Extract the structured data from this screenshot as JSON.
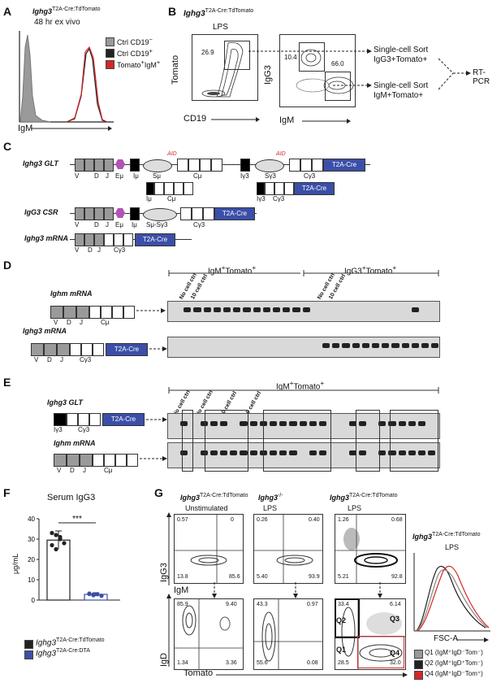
{
  "panels": {
    "A": {
      "letter": "A",
      "title_gene": "Ighg3",
      "title_sup": "T2A-Cre:TdTomato",
      "subtitle": "48 hr ex vivo",
      "xlabel": "IgM",
      "legend": [
        {
          "label": "Ctrl CD19",
          "sup": "−",
          "color": "#999999"
        },
        {
          "label": "Ctrl CD19",
          "sup": "+",
          "color": "#222222"
        },
        {
          "label": "Tomato",
          "sup": "+",
          "label2": "IgM",
          "sup2": "+",
          "color": "#d62728"
        }
      ]
    },
    "B": {
      "letter": "B",
      "title_gene": "Ighg3",
      "title_sup": "T2A-Cre:TdTomato",
      "lps": "LPS",
      "ylabel1": "Tomato",
      "xlabel1": "CD19",
      "gate1": "26.9",
      "ylabel2": "IgG3",
      "xlabel2": "IgM",
      "gate2a": "10.4",
      "gate2b": "66.0",
      "sort1": "Single-cell Sort",
      "sort1b": "IgG3+Tomato+",
      "sort2": "Single-cell Sort",
      "sort2b": "IgM+Tomato+",
      "rtpcr": "RT-PCR"
    },
    "C": {
      "letter": "C",
      "glt_label": "Ighg3 GLT",
      "csr_label": "IgG3 CSR",
      "mrna_label": "Ighg3 mRNA",
      "seg_V": "V",
      "seg_D": "D",
      "seg_J": "J",
      "seg_Emu": "Eμ",
      "seg_Imu": "Iμ",
      "seg_Smu": "Sμ",
      "seg_Cmu": "Cμ",
      "seg_Ig3": "Iγ3",
      "seg_Sg3": "Sγ3",
      "seg_Cg3": "Cγ3",
      "t2a": "T2A-Cre",
      "aid": "AID",
      "smu_sg3": "Sμ-Sγ3",
      "imu2": "Iμ",
      "cmu2": "Cμ",
      "ig3_2": "Iγ3",
      "cg3_2": "Cγ3"
    },
    "D": {
      "letter": "D",
      "group1": "IgM",
      "group1_sup1": "+",
      "group1_b": "Tomato",
      "group1_sup2": "+",
      "group2": "IgG3",
      "group2_sup1": "+",
      "group2_b": "Tomato",
      "group2_sup2": "+",
      "ctrl1": "No cell ctrl",
      "ctrl2": "10 cell ctrl",
      "ctrl3": "No cell ctrl",
      "ctrl4": "10 cell ctrl",
      "ighm_label": "Ighm mRNA",
      "ighg3_label": "Ighg3 mRNA"
    },
    "E": {
      "letter": "E",
      "group": "IgM",
      "group_sup1": "+",
      "group_b": "Tomato",
      "group_sup2": "+",
      "ctrl1": "No cell ctrl",
      "ctrl2": "No cell ctrl",
      "ctrl3": "10 cell ctrl",
      "ctrl4": "10 cell ctrl",
      "glt_label": "Ighg3 GLT",
      "ighm_label": "Ighm mRNA"
    },
    "F": {
      "letter": "F",
      "title": "Serum IgG3",
      "ylabel": "μg/mL",
      "sig": "***",
      "legend": [
        {
          "gene": "Ighg3",
          "sup": "T2A-Cre:TdTomato",
          "color": "#222222"
        },
        {
          "gene": "Ighg3",
          "sup": "T2A-Cre:DTA",
          "color": "#3b4fa8"
        }
      ]
    },
    "G": {
      "letter": "G",
      "col1_gene": "Ighg3",
      "col1_sup": "T2A-Cre:TdTomato",
      "col1_sub": "Unstimulated",
      "col2_gene": "Ighg3",
      "col2_sup": "-/-",
      "col2_sub": "LPS",
      "col3_gene": "Ighg3",
      "col3_sup": "T2A-Cre:TdTomato",
      "col3_sub": "LPS",
      "hist_gene": "Ighg3",
      "hist_sup": "T2A-Cre:TdTomato",
      "hist_sub": "LPS",
      "hist_xlabel": "FSC-A",
      "ylabel_top": "IgG3",
      "xlabel_top": "IgM",
      "ylabel_bot": "IgD",
      "xlabel_bot": "Tomato",
      "q_labels": {
        "q1": "Q1",
        "q2": "Q2",
        "q3": "Q3",
        "q4": "Q4"
      },
      "legend": [
        {
          "label": "Q1 (IgM⁺IgD⁻Tom⁻)",
          "color": "#9a9a9a"
        },
        {
          "label": "Q2 (IgM⁺IgD⁺Tom⁻)",
          "color": "#222222"
        },
        {
          "label": "Q4 (IgM⁺IgD⁻Tom⁺)",
          "color": "#d62728"
        }
      ]
    }
  },
  "chart_data": [
    {
      "type": "bar",
      "panel": "F",
      "title": "Serum IgG3",
      "ylabel": "μg/mL",
      "ylim": [
        0,
        40
      ],
      "yticks": [
        0,
        10,
        20,
        30,
        40
      ],
      "categories": [
        "Ighg3 T2A-Cre:TdTomato",
        "Ighg3 T2A-Cre:DTA"
      ],
      "values": [
        29.5,
        2.8
      ],
      "errors": [
        4.5,
        0.8
      ],
      "points": [
        [
          33,
          32,
          30,
          28,
          27,
          25,
          31
        ],
        [
          3.2,
          2.4,
          2.9,
          2.1,
          3.0,
          2.7
        ]
      ],
      "colors": [
        "#222222",
        "#3b4fa8"
      ],
      "significance": "***"
    },
    {
      "type": "scatter",
      "panel": "G-top",
      "subtitle": "quadrant percentages",
      "plots": [
        {
          "ul": "0.57",
          "ur": "0",
          "ll": "13.8",
          "lr": "85.6"
        },
        {
          "ul": "0.26",
          "ur": "0.40",
          "ll": "5.40",
          "lr": "93.9"
        },
        {
          "ul": "1.26",
          "ur": "0.68",
          "ll": "5.21",
          "lr": "92.8"
        }
      ]
    },
    {
      "type": "scatter",
      "panel": "G-bottom",
      "subtitle": "quadrant percentages",
      "plots": [
        {
          "ul": "85.9",
          "ur": "9.40",
          "ll": "1.34",
          "lr": "3.36"
        },
        {
          "ul": "43.3",
          "ur": "0.97",
          "ll": "55.6",
          "lr": "0.08"
        },
        {
          "ul": "33.4",
          "ur": "6.14",
          "ll": "28.5",
          "lr": "32.0"
        }
      ]
    }
  ]
}
